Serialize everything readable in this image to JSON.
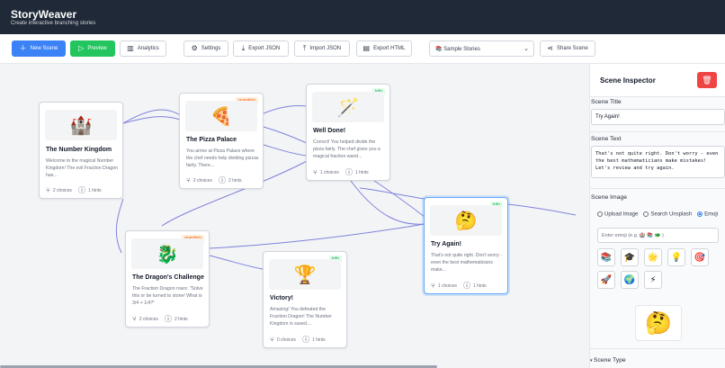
{
  "header": {
    "title": "StoryWeaver",
    "subtitle": "Create interactive branching stories"
  },
  "toolbar": {
    "new_scene": "New Scene",
    "preview": "Preview",
    "analytics": "Analytics",
    "settings": "Settings",
    "export_json": "Export JSON",
    "import_json": "Import JSON",
    "export_html": "Export HTML",
    "sample_stories": "📚 Sample Stories",
    "share_scene": "Share Scene"
  },
  "nodes": [
    {
      "id": "kingdom",
      "emoji": "🏰",
      "title": "The Number Kingdom",
      "badge": "",
      "text": "Welcome to the magical Number Kingdom! The evil Fraction Dragon has...",
      "choices": "2 choices",
      "hints": "1 hints"
    },
    {
      "id": "pizza",
      "emoji": "🍕",
      "title": "The Pizza Palace",
      "badge": "question",
      "text": "You arrive at Pizza Palace where the chef needs help dividing pizzas fairly. There...",
      "choices": "2 choices",
      "hints": "2 hints"
    },
    {
      "id": "welldone",
      "emoji": "🪄",
      "title": "Well Done!",
      "badge": "info",
      "text": "Correct! You helped divide the pizza fairly. The chef gives you a magical fraction wand...",
      "choices": "1 choices",
      "hints": "1 hints"
    },
    {
      "id": "tryagain",
      "emoji": "🤔",
      "title": "Try Again!",
      "badge": "info",
      "text": "That's not quite right. Don't worry - even the best mathematicians make...",
      "choices": "1 choices",
      "hints": "1 hints"
    },
    {
      "id": "dragon",
      "emoji": "🐉",
      "title": "The Dragon's Challenge",
      "badge": "question",
      "text": "The Fraction Dragon roars: \"Solve this or be turned to stone! What is 3/4 + 1/4?\"",
      "choices": "2 choices",
      "hints": "2 hints"
    },
    {
      "id": "victory",
      "emoji": "🏆",
      "title": "Victory!",
      "badge": "info",
      "text": "Amazing! You defeated the Fraction Dragon! The Number Kingdom is saved....",
      "choices": "0 choices",
      "hints": "1 hints"
    }
  ],
  "inspector": {
    "title": "Scene Inspector",
    "scene_title_label": "Scene Title",
    "scene_title_value": "Try Again!",
    "scene_text_label": "Scene Text",
    "scene_text_value": "That's not quite right. Don't worry - even the best mathematicians make mistakes! Let's review and try again.",
    "scene_image_label": "Scene Image",
    "image_options": [
      "Upload Image",
      "Search Unsplash",
      "Emoji"
    ],
    "emoji_placeholder": "Enter emoji (e.g. 🏰 📚 🐲 )",
    "emoji_choices": [
      "📚",
      "🎓",
      "🌟",
      "💡",
      "🎯",
      "🚀",
      "🌍",
      "⚡"
    ],
    "selected_emoji": "🤔",
    "scene_type_label": "Scene Type"
  },
  "colors": {
    "accent": "#3b82f6",
    "preview": "#22c55e",
    "danger": "#ef4444",
    "header": "#1f2937",
    "edge": "#6b6fd6"
  }
}
